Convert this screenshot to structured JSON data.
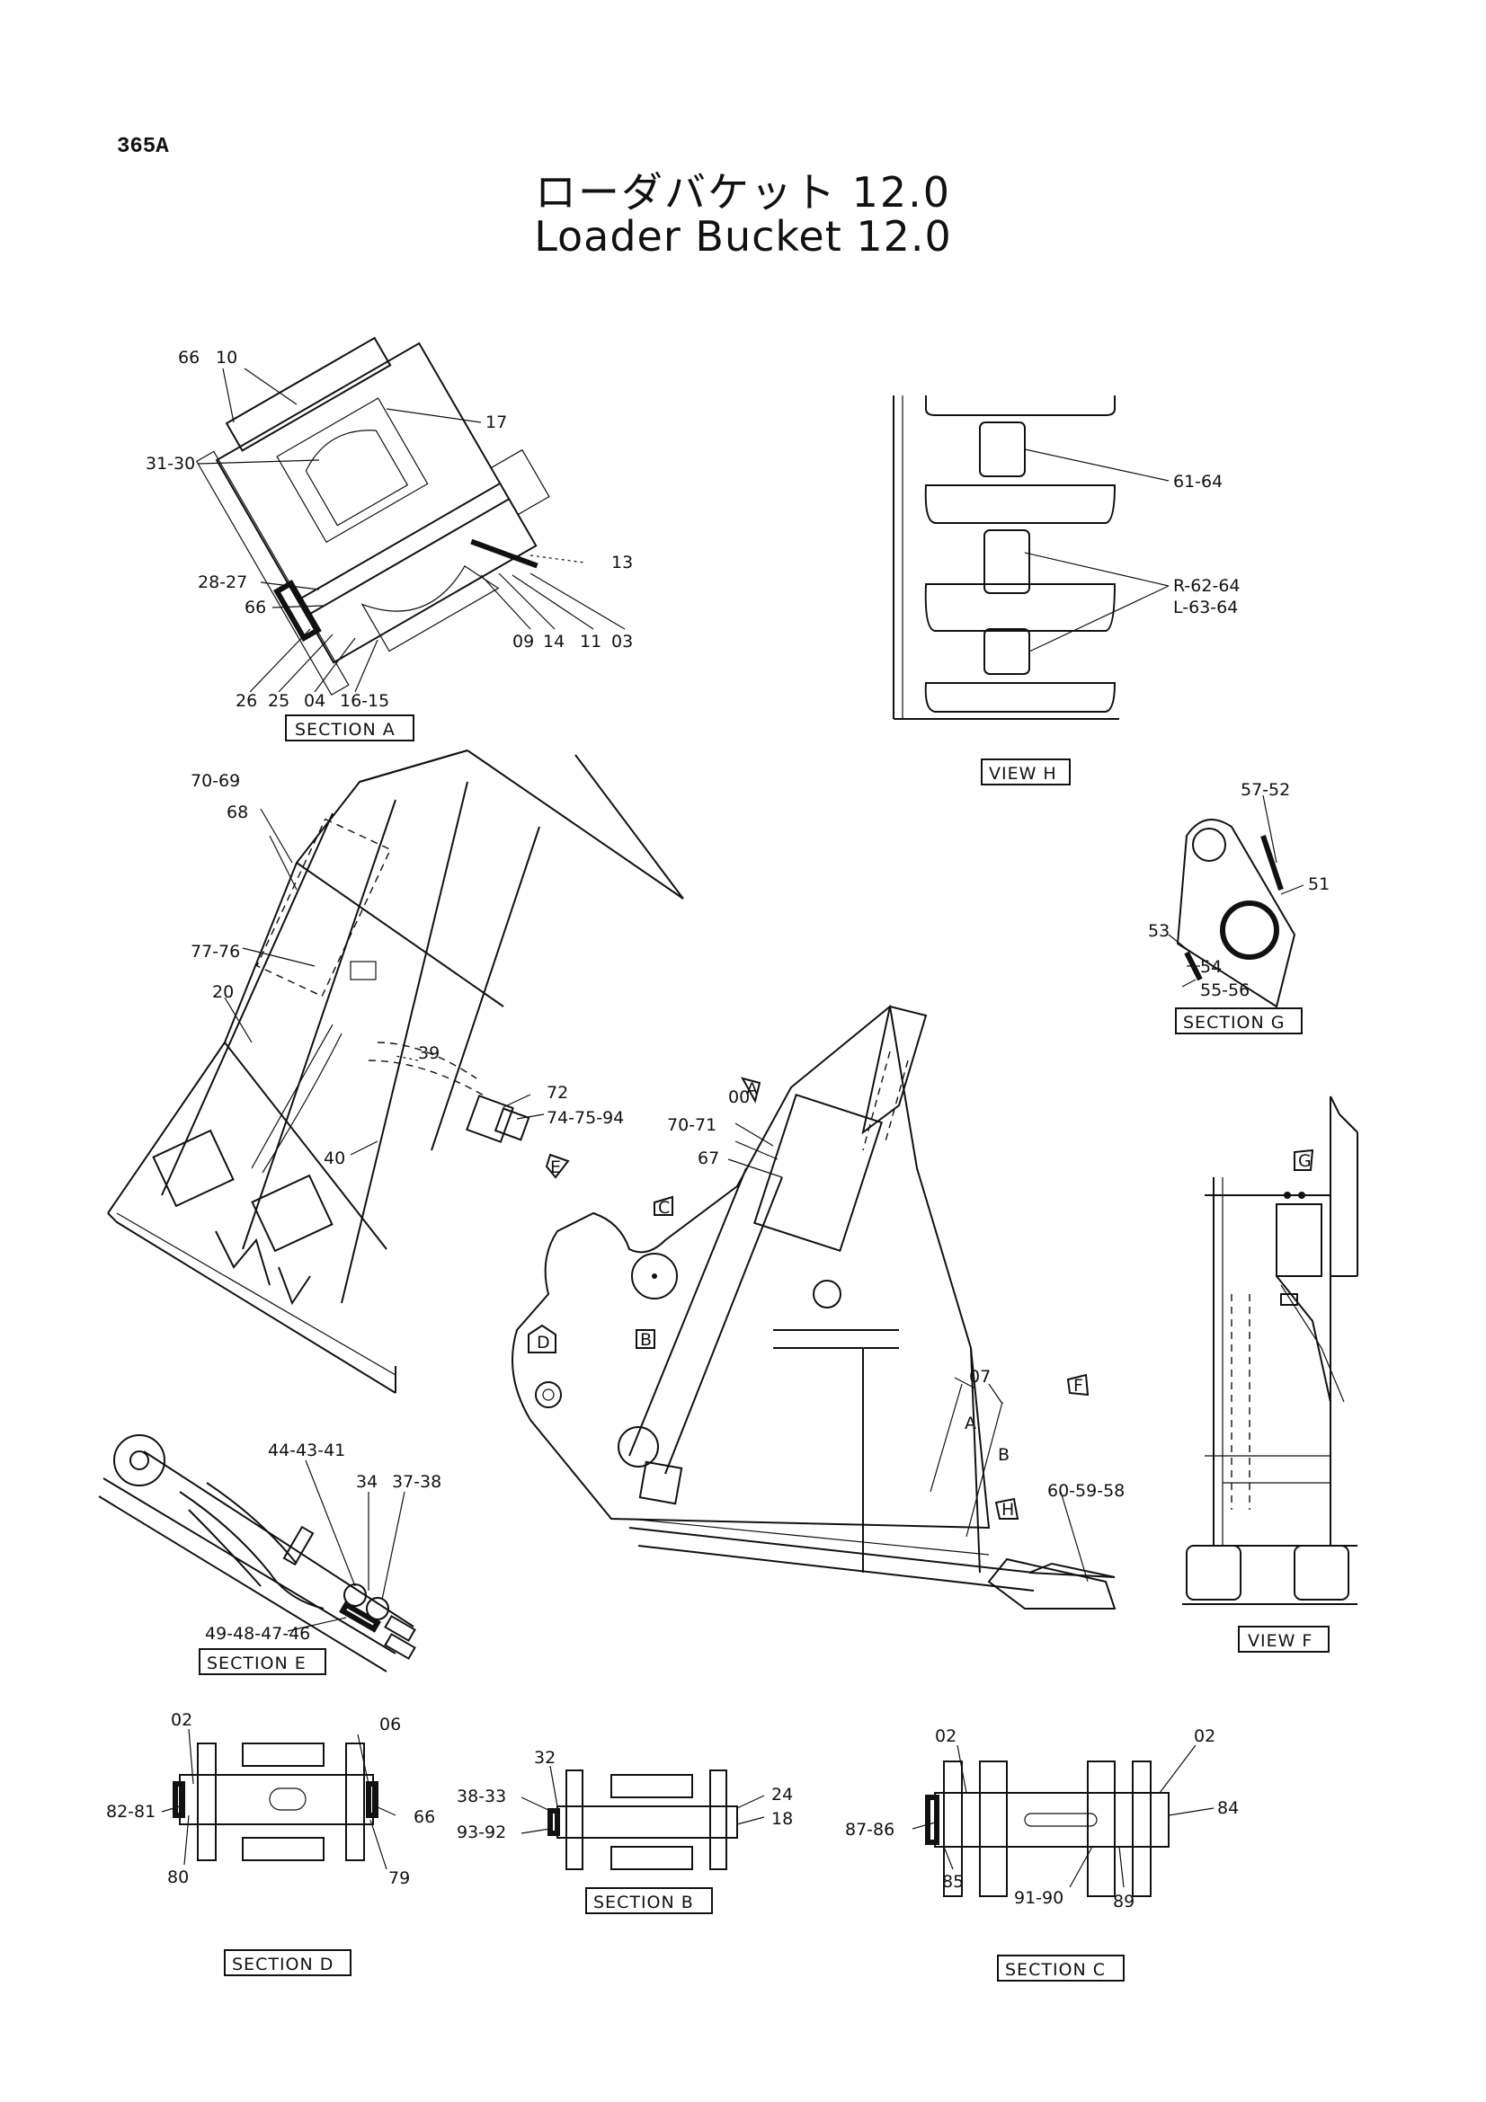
{
  "page_number": "365A",
  "title_jp": "ローダバケット 12.0",
  "title_en": "Loader Bucket 12.0",
  "sections": {
    "section_a": {
      "caption": "SECTION A",
      "labels": [
        "66",
        "10",
        "17",
        "31-30",
        "13",
        "28-27",
        "66",
        "09",
        "14",
        "11",
        "03",
        "26",
        "25",
        "04",
        "16-15"
      ]
    },
    "view_h": {
      "caption": "VIEW H",
      "labels": [
        "61-64",
        "R-62-64",
        "L-63-64"
      ]
    },
    "section_g": {
      "caption": "SECTION G",
      "labels": [
        "57-52",
        "51",
        "53",
        "54",
        "55-56"
      ]
    },
    "main_view": {
      "labels": [
        "70-69",
        "68",
        "77-76",
        "20",
        "39",
        "72",
        "74-75-94",
        "40",
        "00",
        "70-71",
        "67",
        "07",
        "A",
        "B",
        "60-59-58"
      ],
      "markers": [
        "A",
        "C",
        "B",
        "D",
        "E",
        "F",
        "H",
        "G"
      ]
    },
    "section_e": {
      "caption": "SECTION E",
      "labels": [
        "44-43-41",
        "34",
        "37-38",
        "49-48-47-46"
      ]
    },
    "view_f": {
      "caption": "VIEW F"
    },
    "section_d": {
      "caption": "SECTION D",
      "labels": [
        "02",
        "06",
        "82-81",
        "66",
        "80",
        "79"
      ]
    },
    "section_b": {
      "caption": "SECTION B",
      "labels": [
        "32",
        "38-33",
        "24",
        "18",
        "93-92"
      ]
    },
    "section_c": {
      "caption": "SECTION C",
      "labels": [
        "02",
        "02",
        "84",
        "87-86",
        "85",
        "91-90",
        "89"
      ]
    }
  }
}
